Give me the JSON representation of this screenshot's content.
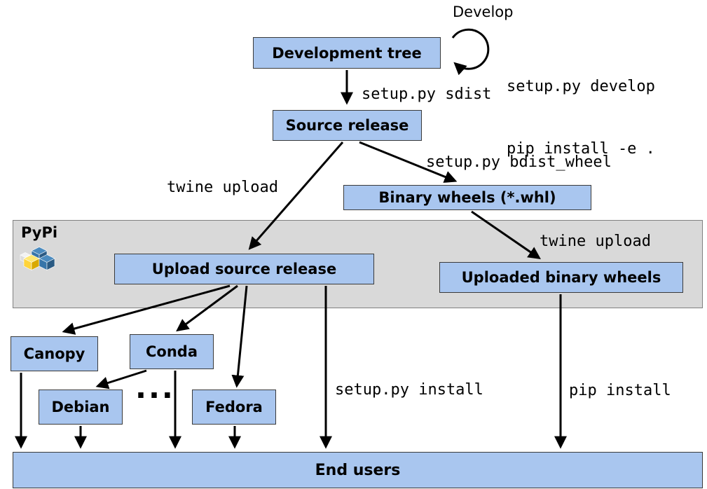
{
  "nodes": {
    "development_tree": "Development tree",
    "source_release": "Source release",
    "binary_wheels": "Binary wheels (*.whl)",
    "upload_source_release": "Upload source release",
    "uploaded_binary_wheels": "Uploaded binary wheels",
    "canopy": "Canopy",
    "conda": "Conda",
    "debian": "Debian",
    "fedora": "Fedora",
    "end_users": "End users",
    "ellipsis": "..."
  },
  "edge_labels": {
    "develop": "Develop",
    "develop_cmd_line1": "setup.py develop",
    "develop_cmd_line2": "pip install -e .",
    "sdist": "setup.py sdist",
    "twine_upload_source": "twine upload",
    "bdist_wheel": "setup.py bdist_wheel",
    "twine_upload_wheels": "twine upload",
    "setup_py_install": "setup.py install",
    "pip_install": "pip install"
  },
  "pypi_band": {
    "label": "PyPi"
  },
  "colors": {
    "node_fill": "#a9c6ef",
    "node_border": "#3a3a3a",
    "band_fill": "#d9d9d9",
    "band_border": "#808080",
    "arrow": "#000000",
    "pypi_blue": "#3775a9",
    "pypi_yellow": "#ffd43b"
  }
}
